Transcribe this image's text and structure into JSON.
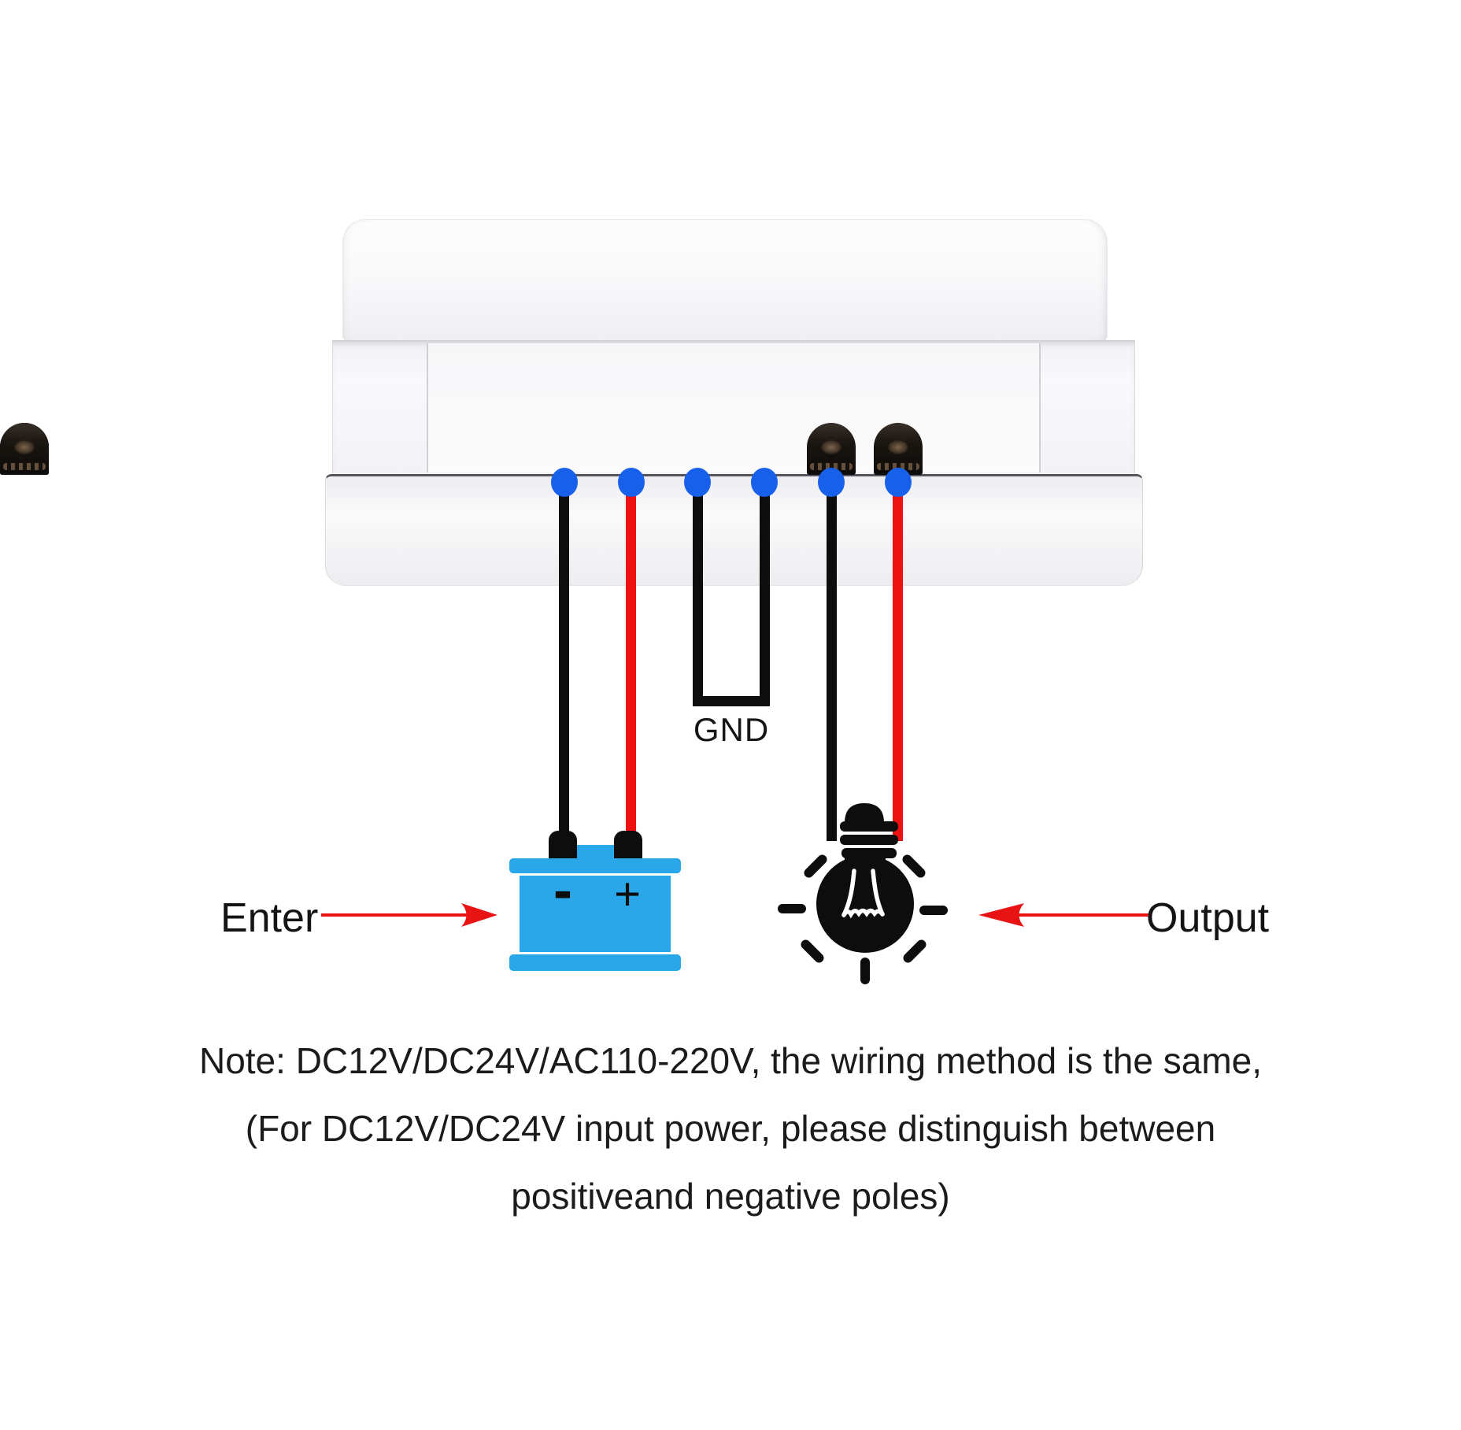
{
  "device": {
    "terminal_count": 6,
    "wire_colors": [
      "black",
      "red",
      "black",
      "black",
      "black",
      "red"
    ]
  },
  "labels": {
    "gnd": "GND",
    "enter": "Enter",
    "output": "Output"
  },
  "battery": {
    "negative": "-",
    "positive": "+"
  },
  "note": {
    "line1": "Note: DC12V/DC24V/AC110-220V, the wiring method is the same,",
    "line2": "(For DC12V/DC24V input power, please distinguish between",
    "line3": "positiveand negative poles)"
  },
  "colors": {
    "wire_black": "#0d0d0d",
    "wire_red": "#ee1111",
    "dot_blue": "#1660ea",
    "battery_blue": "#29a7e9",
    "arrow_red": "#e81414",
    "bulb_black": "#0d0d0d"
  }
}
